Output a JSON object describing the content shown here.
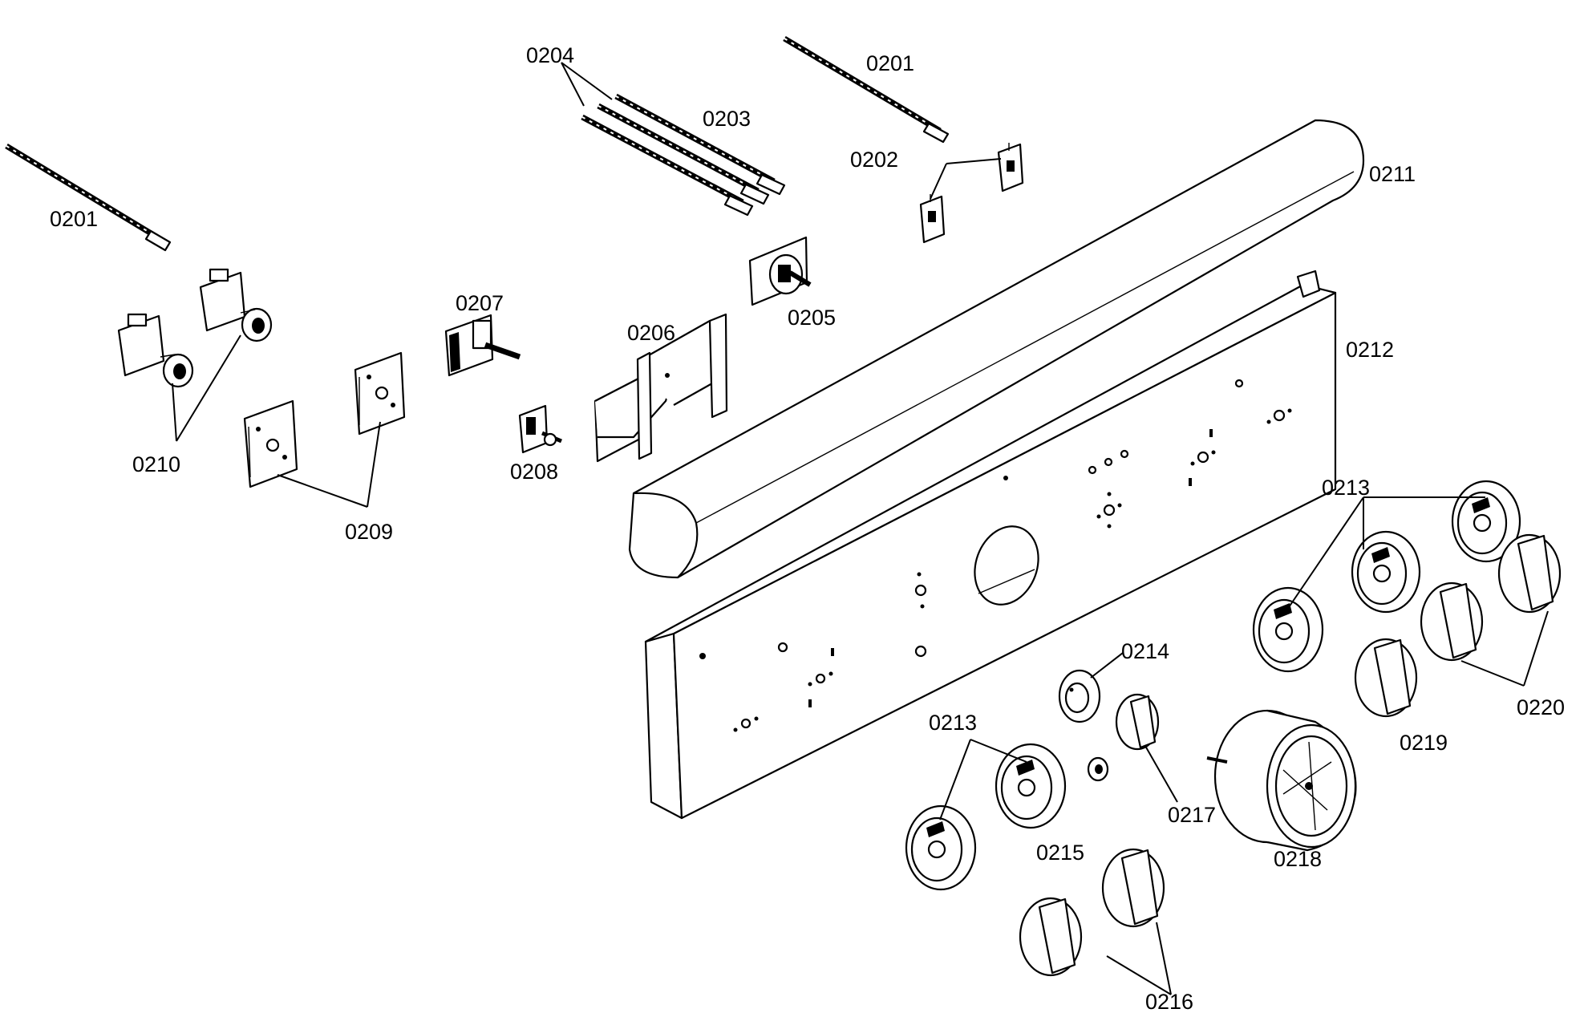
{
  "callouts": {
    "c0201a": "0201",
    "c0201b": "0201",
    "c0202": "0202",
    "c0203": "0203",
    "c0204": "0204",
    "c0205": "0205",
    "c0206": "0206",
    "c0207": "0207",
    "c0208": "0208",
    "c0209": "0209",
    "c0210": "0210",
    "c0211": "0211",
    "c0212": "0212",
    "c0213a": "0213",
    "c0213b": "0213",
    "c0214": "0214",
    "c0215": "0215",
    "c0216": "0216",
    "c0217": "0217",
    "c0218": "0218",
    "c0219": "0219",
    "c0220": "0220"
  }
}
